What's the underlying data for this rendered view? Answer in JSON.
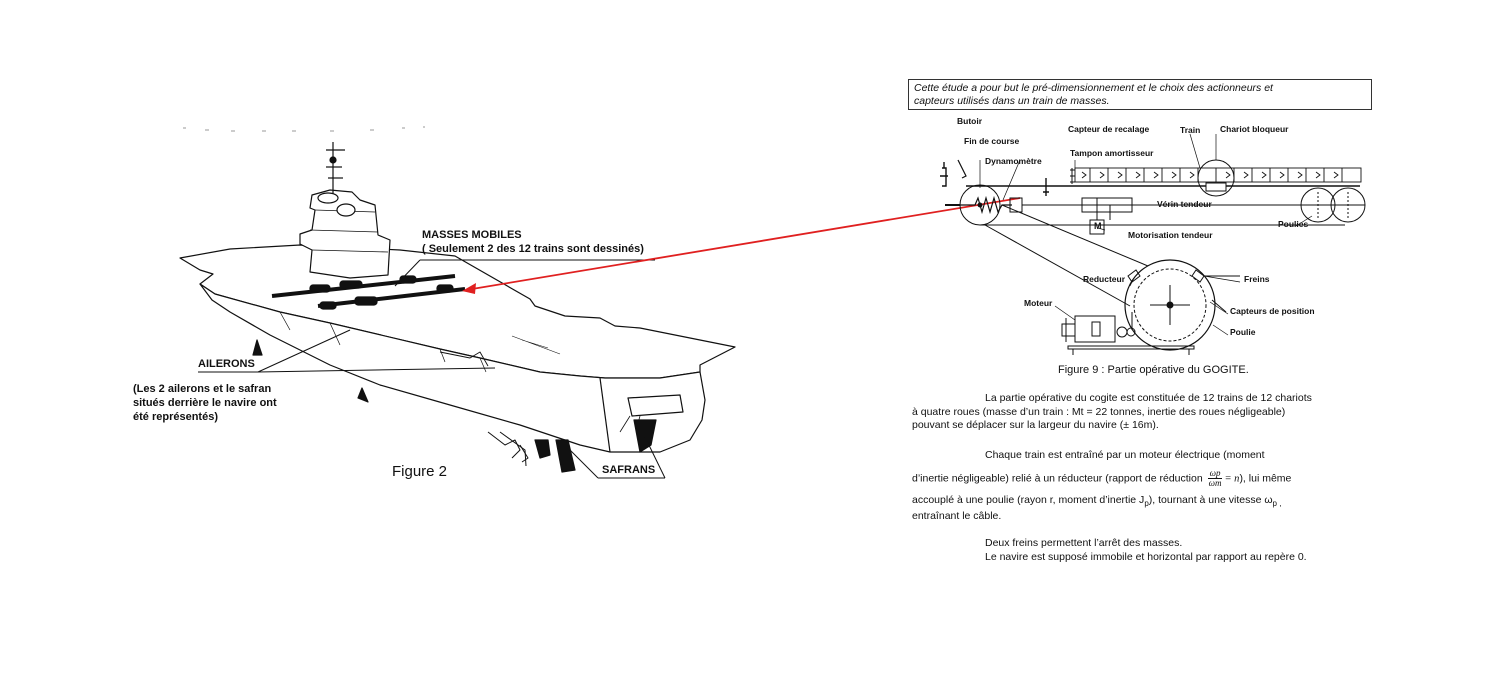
{
  "figure2": {
    "caption": "Figure 2",
    "label_masses_line1": "MASSES MOBILES",
    "label_masses_line2": "( Seulement 2 des 12 trains sont dessinés)",
    "label_ailerons": "AILERONS",
    "label_note_line1": "(Les 2 ailerons et le safran",
    "label_note_line2": "situés derrière le navire ont",
    "label_note_line3": "été représentés)",
    "label_safrans": "SAFRANS"
  },
  "intro": {
    "line1": "Cette étude a pour but le pré-dimensionnement et le choix des actionneurs et",
    "line2": "capteurs utilisés dans un train de masses."
  },
  "figure9": {
    "caption": "Figure 9 : Partie opérative du GOGITE.",
    "labels": {
      "butoir": "Butoir",
      "fin_de_course": "Fin de course",
      "dynamometre": "Dynamomètre",
      "capteur_recalage": "Capteur de recalage",
      "tampon": "Tampon amortisseur",
      "train": "Train",
      "chariot": "Chariot bloqueur",
      "verin": "Vérin tendeur",
      "motorisation": "Motorisation tendeur",
      "poulies": "Poulies",
      "reducteur": "Reducteur",
      "freins": "Freins",
      "moteur": "Moteur",
      "capteurs_position": "Capteurs de position",
      "poulie": "Poulie",
      "m_box": "M"
    }
  },
  "text": {
    "p1_line1": "La partie opérative du cogite est constituée de 12 trains de 12 chariots",
    "p1_line2": "à quatre roues (masse d’un train : Mt = 22 tonnes, inertie des roues négligeable)",
    "p1_line3": "pouvant se déplacer sur la largeur du navire (± 16m).",
    "p2_line1": "Chaque train est entraîné par un moteur électrique (moment",
    "p2_line2a": "d’inertie négligeable) relié à un réducteur (rapport de réduction",
    "frac_num": "ωp",
    "frac_den": "ωm",
    "frac_eq": "= n",
    "p2_line2b": "), lui même",
    "p2_line3a": "accouplé à une poulie (rayon r, moment d’inertie J",
    "p2_line3_sub": "p",
    "p2_line3b": "), tournant à une vitesse ω",
    "p2_line3_sub2": "p ,",
    "p2_line4": "entraînant le câble.",
    "p3_line1": "Deux freins permettent l’arrêt des masses.",
    "p3_line2": "Le navire est supposé immobile et horizontal par rapport au repère 0."
  },
  "colors": {
    "arrow": "#e02020",
    "ink": "#111111"
  }
}
